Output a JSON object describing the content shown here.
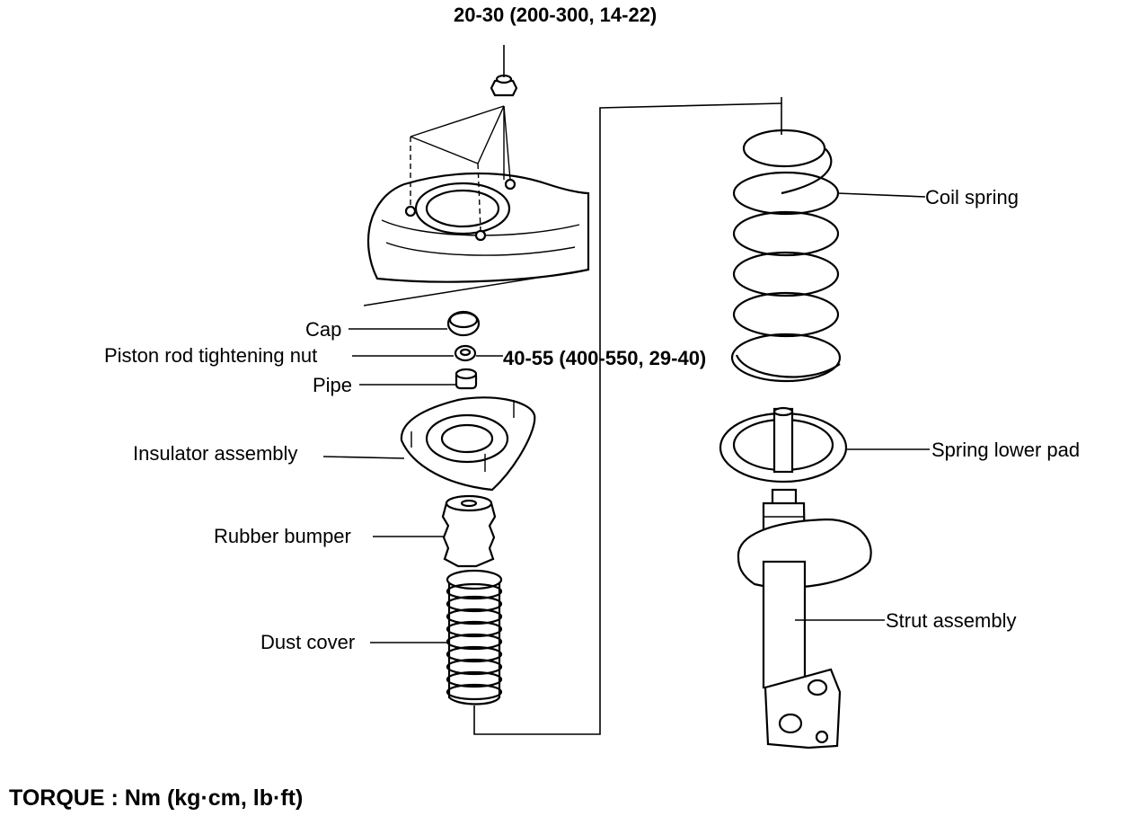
{
  "labels": {
    "top_torque": "20-30 (200-300, 14-22)",
    "nut_torque": "40-55 (400-550, 29-40)",
    "cap": "Cap",
    "piston_nut": "Piston rod tightening nut",
    "pipe": "Pipe",
    "insulator": "Insulator assembly",
    "rubber_bumper": "Rubber bumper",
    "dust_cover": "Dust cover",
    "coil_spring": "Coil spring",
    "spring_lower_pad": "Spring lower pad",
    "strut_assembly": "Strut assembly"
  },
  "footer": "TORQUE : Nm (kg·cm, lb·ft)"
}
